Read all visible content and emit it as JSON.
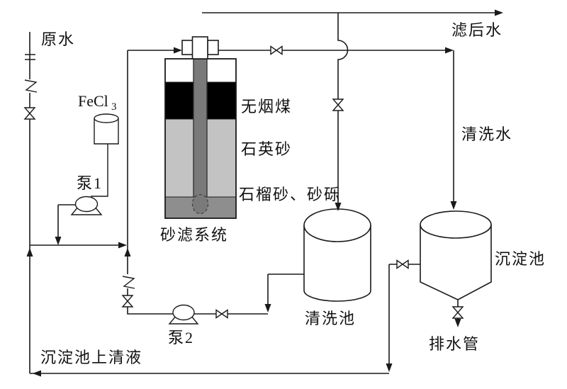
{
  "figure": {
    "type": "process-flow-diagram",
    "labels": {
      "raw_water": "原水",
      "coagulant_main": "FeCl",
      "coagulant_sub": "3",
      "pump1": "泵1",
      "layer_anthracite": "无烟煤",
      "layer_quartz_sand": "石英砂",
      "layer_garnet_gravel": "石榴砂、砂砾",
      "sand_filter_system": "砂滤系统",
      "filtered_water": "滤后水",
      "wash_water": "清洗水",
      "wash_tank": "清洗池",
      "sedimentation_tank": "沉淀池",
      "drain_pipe": "排水管",
      "pump2": "泵2",
      "supernatant": "沉淀池上清液"
    },
    "colors": {
      "line": "#1a1a1a",
      "anthracite": "#000000",
      "quartz_sand": "#c3c3c3",
      "garnet_gravel": "#8e8e8e",
      "center_tube": "#7a7a7a",
      "vessel_fill": "#ffffff"
    }
  }
}
